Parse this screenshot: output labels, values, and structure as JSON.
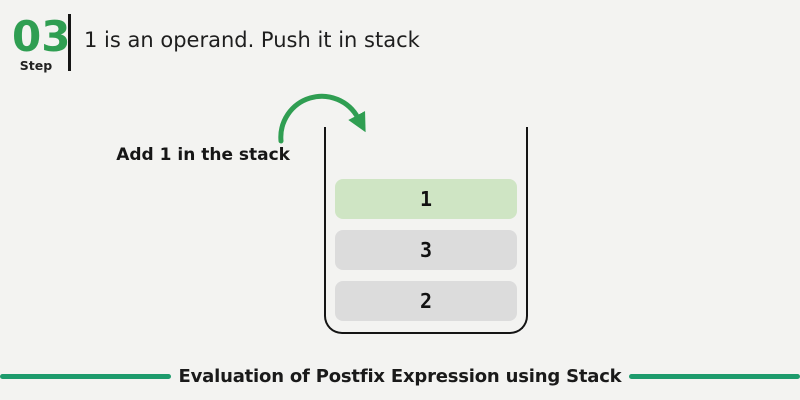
{
  "header": {
    "step_number": "03",
    "step_label": "Step",
    "description": "1 is an operand. Push it in stack"
  },
  "annotation": {
    "label": "Add 1 in the stack"
  },
  "icons": {
    "push_arrow": "curved-arrow-down-right-icon"
  },
  "stack": {
    "items": [
      {
        "value": "1",
        "state": "new"
      },
      {
        "value": "3",
        "state": "old"
      },
      {
        "value": "2",
        "state": "old"
      }
    ]
  },
  "footer": {
    "title": "Evaluation of Postfix Expression using Stack"
  },
  "colors": {
    "background": "#f3f3f1",
    "accent_green": "#2f9e52",
    "footer_line_green": "#1d9b6c",
    "item_new_bg": "#cfe5c4",
    "item_old_bg": "#dcdcdc",
    "text_dark": "#1e1e1e"
  }
}
